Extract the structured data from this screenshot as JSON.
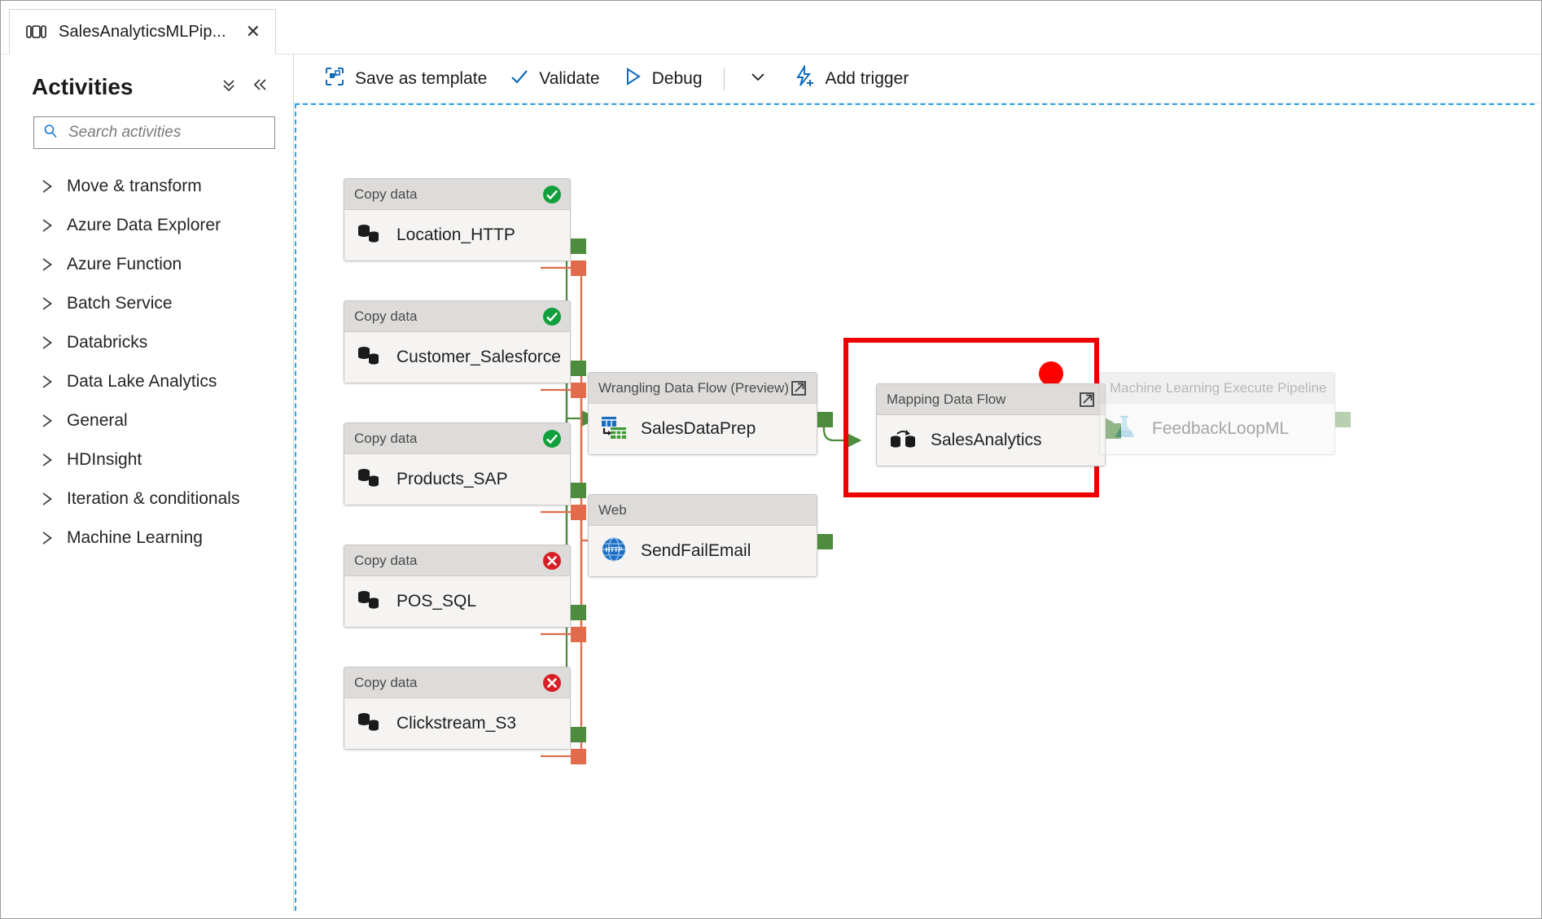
{
  "window": {
    "tab": {
      "title": "SalesAnalyticsMLPip...",
      "icon": "pipeline-icon",
      "close_icon": "close-icon"
    }
  },
  "sidebar": {
    "title": "Activities",
    "collapse_all_icon": "chevron-double-down-icon",
    "collapse_panel_icon": "chevron-double-left-icon",
    "search": {
      "placeholder": "Search activities",
      "value": "",
      "icon": "search-icon"
    },
    "categories": [
      {
        "label": "Move & transform"
      },
      {
        "label": "Azure Data Explorer"
      },
      {
        "label": "Azure Function"
      },
      {
        "label": "Batch Service"
      },
      {
        "label": "Databricks"
      },
      {
        "label": "Data Lake Analytics"
      },
      {
        "label": "General"
      },
      {
        "label": "HDInsight"
      },
      {
        "label": "Iteration & conditionals"
      },
      {
        "label": "Machine Learning"
      }
    ]
  },
  "toolbar": {
    "save_as_template": "Save as template",
    "validate": "Validate",
    "debug": "Debug",
    "add_trigger": "Add trigger",
    "icons": {
      "save_as_template": "template-icon",
      "validate": "checkmark-icon",
      "debug": "play-triangle-icon",
      "debug_dropdown": "chevron-down-icon",
      "add_trigger": "lightning-plus-icon"
    }
  },
  "canvas": {
    "selection": {
      "highlight_color": "#ee0000",
      "marker_color": "#ff0000",
      "target_node": "SalesAnalytics"
    },
    "colors": {
      "success_port": "#4d8b3d",
      "failure_port": "#e06c4b",
      "success_edge": "#4d8b3d",
      "failure_edge": "#e06c4b",
      "node_header": "#dedcda",
      "node_body": "#f5f4f3",
      "canvas_border": "#29a3f0"
    },
    "nodes": [
      {
        "id": "location_http",
        "type": "Copy data",
        "name": "Location_HTTP",
        "icon": "copy-data-icon",
        "status": "success",
        "status_icon": "check-circle-icon"
      },
      {
        "id": "customer_salesforce",
        "type": "Copy data",
        "name": "Customer_Salesforce",
        "icon": "copy-data-icon",
        "status": "success",
        "status_icon": "check-circle-icon"
      },
      {
        "id": "products_sap",
        "type": "Copy data",
        "name": "Products_SAP",
        "icon": "copy-data-icon",
        "status": "success",
        "status_icon": "check-circle-icon"
      },
      {
        "id": "pos_sql",
        "type": "Copy data",
        "name": "POS_SQL",
        "icon": "copy-data-icon",
        "status": "error",
        "status_icon": "error-circle-icon"
      },
      {
        "id": "clickstream_s3",
        "type": "Copy data",
        "name": "Clickstream_S3",
        "icon": "copy-data-icon",
        "status": "error",
        "status_icon": "error-circle-icon"
      },
      {
        "id": "salesdataprep",
        "type": "Wrangling Data Flow (Preview)",
        "name": "SalesDataPrep",
        "icon": "wrangling-data-flow-icon",
        "status": "none",
        "status_icon": "open-new-window-icon"
      },
      {
        "id": "sendfailemail",
        "type": "Web",
        "name": "SendFailEmail",
        "icon": "http-web-icon",
        "status": "none",
        "status_icon": ""
      },
      {
        "id": "salesanalytics",
        "type": "Mapping Data Flow",
        "name": "SalesAnalytics",
        "icon": "mapping-data-flow-icon",
        "status": "none",
        "status_icon": "open-new-window-icon"
      },
      {
        "id": "feedbackloopml",
        "type": "Machine Learning Execute Pipeline",
        "name": "FeedbackLoopML",
        "icon": "ml-flask-icon",
        "status": "none",
        "status_icon": ""
      }
    ]
  }
}
